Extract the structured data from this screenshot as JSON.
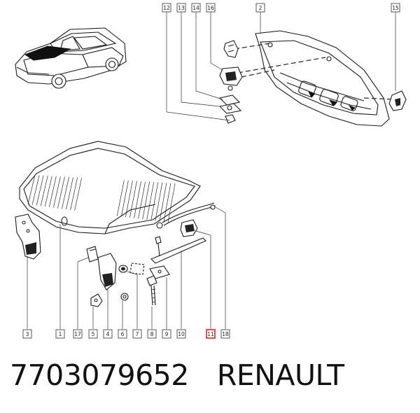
{
  "callouts": [
    {
      "num": "12"
    },
    {
      "num": "13"
    },
    {
      "num": "14"
    },
    {
      "num": "16"
    },
    {
      "num": "2"
    },
    {
      "num": "15"
    },
    {
      "num": "3"
    },
    {
      "num": "1"
    },
    {
      "num": "17"
    },
    {
      "num": "5"
    },
    {
      "num": "4"
    },
    {
      "num": "6"
    },
    {
      "num": "7"
    },
    {
      "num": "8"
    },
    {
      "num": "9"
    },
    {
      "num": "10"
    },
    {
      "num": "11",
      "highlighted": true
    },
    {
      "num": "18"
    }
  ],
  "highlight_color": "#d9221c",
  "footer": {
    "part_number": "7703079652",
    "brand": "RENAULT"
  }
}
